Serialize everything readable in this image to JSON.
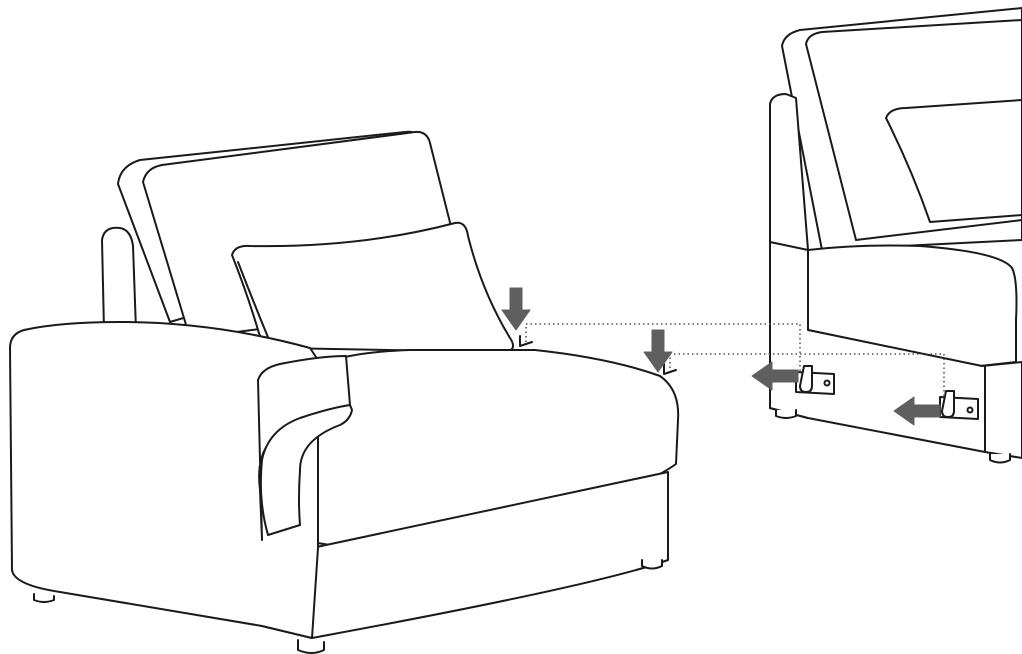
{
  "diagram": {
    "kind": "assembly-instruction",
    "text": [],
    "colors": {
      "background": "#ffffff",
      "line": "#1a1a1a",
      "arrow": "#5f5f5f",
      "dotted_guide": "#555555"
    },
    "parts": [
      "sofa-armrest-section",
      "sofa-middle-section",
      "connector-bracket",
      "connector-bracket"
    ],
    "arrows": [
      {
        "name": "down-arrow",
        "direction": "down"
      },
      {
        "name": "down-arrow",
        "direction": "down"
      },
      {
        "name": "left-arrow",
        "direction": "left"
      },
      {
        "name": "left-arrow",
        "direction": "left"
      }
    ]
  }
}
